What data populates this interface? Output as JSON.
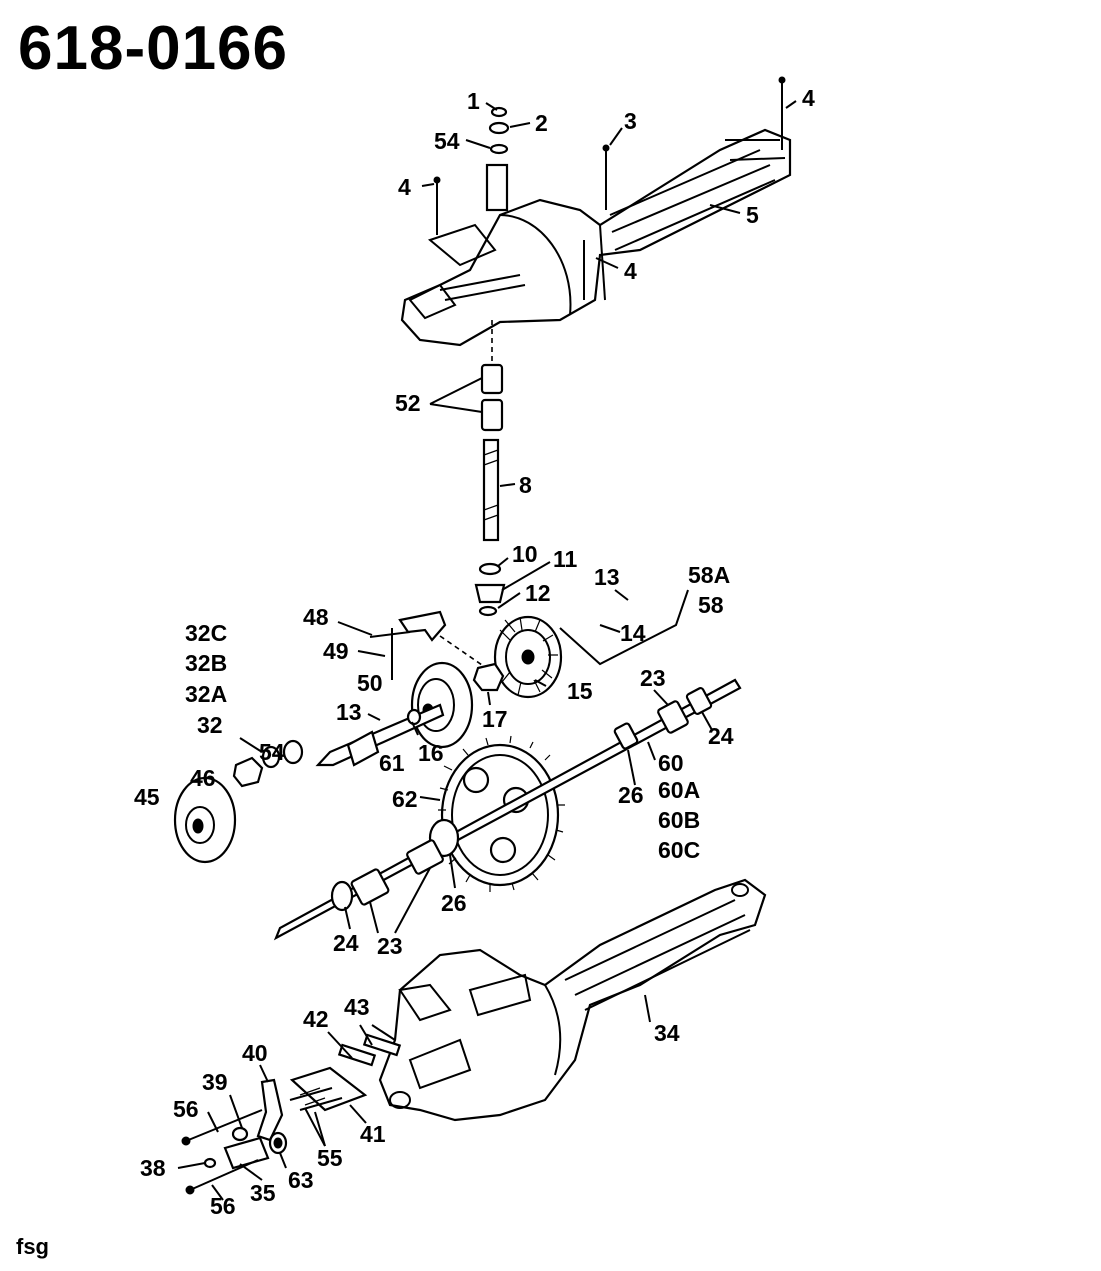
{
  "title": "618-0166",
  "footer": "fsg",
  "labels": {
    "l1": "1",
    "l2": "2",
    "l54a": "54",
    "l3": "3",
    "l4a": "4",
    "l4b": "4",
    "l4c": "4",
    "l5": "5",
    "l52": "52",
    "l8": "8",
    "l10": "10",
    "l11": "11",
    "l12": "12",
    "l13a": "13",
    "l14": "14",
    "l58A": "58A",
    "l58": "58",
    "l48": "48",
    "l49": "49",
    "l50": "50",
    "l32C": "32C",
    "l32B": "32B",
    "l32A": "32A",
    "l32": "32",
    "l13b": "13",
    "l54b": "54",
    "l46": "46",
    "l45": "45",
    "l61": "61",
    "l16": "16",
    "l17": "17",
    "l15": "15",
    "l23a": "23",
    "l24a": "24",
    "l60": "60",
    "l60A": "60A",
    "l60B": "60B",
    "l60C": "60C",
    "l26a": "26",
    "l62": "62",
    "l26b": "26",
    "l24b": "24",
    "l23b": "23",
    "l34": "34",
    "l43": "43",
    "l42": "42",
    "l40": "40",
    "l39": "39",
    "l56a": "56",
    "l41": "41",
    "l55": "55",
    "l38": "38",
    "l35": "35",
    "l63": "63",
    "l56b": "56"
  }
}
